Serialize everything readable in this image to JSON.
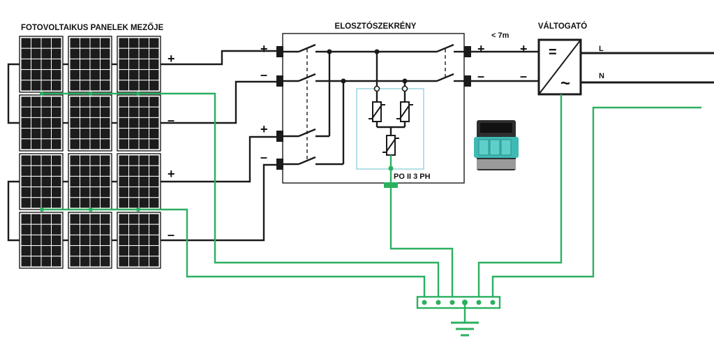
{
  "labels": {
    "pv_field": "FOTOVOLTAIKUS PANELEK MEZŐJE",
    "distribution_box": "ELOSZTÓSZEKRÉNY",
    "inverter": "VÁLTOGATÓ",
    "distance": "< 7m",
    "spd_model": "PO II 3 PH",
    "line_l": "L",
    "line_n": "N"
  },
  "signs": {
    "plus": "+",
    "minus": "–",
    "inverter_dc": "=",
    "inverter_ac": "~"
  },
  "colors": {
    "conductor": "#1a1a1a",
    "earth": "#2bb060",
    "spd_frame": "#9fd8e0",
    "panel": "#1c1c1c",
    "device_body": "#3fb9b4"
  }
}
